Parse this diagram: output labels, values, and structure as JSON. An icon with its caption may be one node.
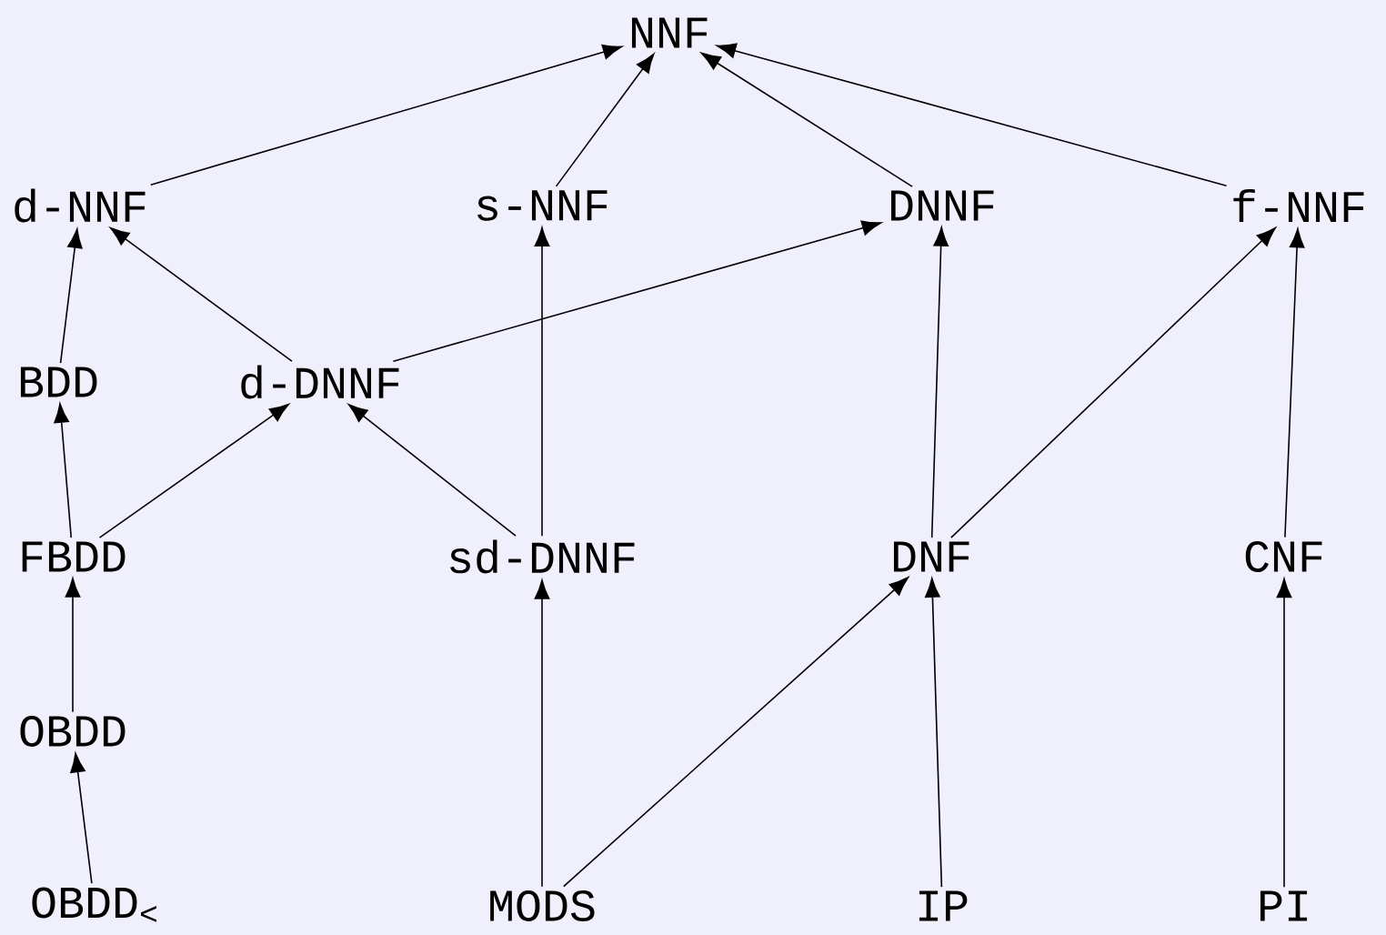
{
  "diagram": {
    "nodes": [
      {
        "text": [
          "NNF"
        ]
      },
      {
        "text": [
          "d-NNF"
        ]
      },
      {
        "text": [
          "s-NNF"
        ]
      },
      {
        "text": [
          "DNNF"
        ]
      },
      {
        "text": [
          "f-NNF"
        ]
      },
      {
        "text": [
          "BDD"
        ]
      },
      {
        "text": [
          "d-DNNF"
        ]
      },
      {
        "text": [
          "FBDD"
        ]
      },
      {
        "text": [
          "sd-DNNF"
        ]
      },
      {
        "text": [
          "DNF"
        ]
      },
      {
        "text": [
          "CNF"
        ]
      },
      {
        "text": [
          "OBDD"
        ]
      },
      {
        "text": [
          "OBDD$_{<}$"
        ]
      },
      {
        "text": [
          "MODS"
        ]
      },
      {
        "text": [
          "IP"
        ]
      },
      {
        "text": [
          "PI"
        ]
      }
    ],
    "edges": [
      {
        "from": 1,
        "to": 0,
        "arrow": "to"
      },
      {
        "from": 2,
        "to": 0,
        "arrow": "to"
      },
      {
        "from": 3,
        "to": 0,
        "arrow": "to"
      },
      {
        "from": 4,
        "to": 0,
        "arrow": "to"
      },
      {
        "from": 5,
        "to": 1,
        "arrow": "to"
      },
      {
        "from": 6,
        "to": 1,
        "arrow": "to"
      },
      {
        "from": 6,
        "to": 3,
        "arrow": "to"
      },
      {
        "from": 7,
        "to": 5,
        "arrow": "to"
      },
      {
        "from": 7,
        "to": 6,
        "arrow": "to"
      },
      {
        "from": 8,
        "to": 6,
        "arrow": "to"
      },
      {
        "from": 8,
        "to": 2,
        "arrow": "to"
      },
      {
        "from": 9,
        "to": 3,
        "arrow": "to"
      },
      {
        "from": 9,
        "to": 4,
        "arrow": "to"
      },
      {
        "from": 10,
        "to": 4,
        "arrow": "to"
      },
      {
        "from": 11,
        "to": 7,
        "arrow": "to"
      },
      {
        "from": 12,
        "to": 11,
        "arrow": "to"
      },
      {
        "from": 13,
        "to": 8,
        "arrow": "to"
      },
      {
        "from": 13,
        "to": 9,
        "arrow": "to"
      },
      {
        "from": 14,
        "to": 9,
        "arrow": "to"
      },
      {
        "from": 15,
        "to": 10,
        "arrow": "to"
      }
    ]
  }
}
